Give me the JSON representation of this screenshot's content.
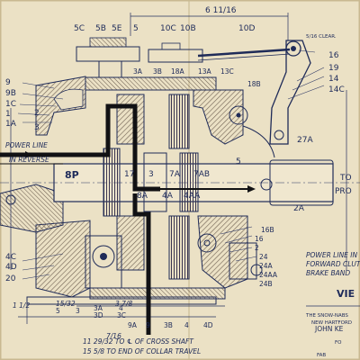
{
  "labels": {
    "top": [
      "5C",
      "5B",
      "5E",
      "5",
      "10C",
      "10B",
      "10D",
      "6 11/16",
      "5/16 CLEAR."
    ],
    "row2": [
      "3A",
      "3B",
      "18A",
      "13A",
      "13C"
    ],
    "left": [
      "9",
      "9B",
      "1C",
      "1",
      "1A",
      "3",
      "2"
    ],
    "right_top": [
      "16",
      "19",
      "14",
      "14C"
    ],
    "mid": [
      "18B",
      "17",
      "3",
      "7A",
      "7AB",
      "8P",
      "8A",
      "4A",
      "4AA",
      "5",
      "27A",
      "2A"
    ],
    "lower_right": [
      "16B",
      "16",
      "2",
      "24",
      "24A",
      "24AA",
      "24B"
    ],
    "lower_left": [
      "4C",
      "4D",
      "20"
    ],
    "bottom_row": [
      "5",
      "3",
      "3A",
      "3D",
      "4",
      "3C",
      "9A",
      "9",
      "3B",
      "4",
      "4D"
    ],
    "dims": [
      "3 7/8",
      "7/16",
      "15/32",
      "1 1/2"
    ]
  },
  "annotations": {
    "power_line": "POWER LINE",
    "in_reverse": "IN REVERSE",
    "power_line_right_1": "POWER LINE IN",
    "power_line_right_2": "FORWARD CLUT",
    "power_line_right_3": "BRAKE BAND",
    "to_cross_shaft": "11 29/32 TO ℄ OF CROSS SHAFT",
    "to_collar": "15 5/8 TO END OF COLLAR TRAVEL",
    "view": "VIE",
    "to": "TO",
    "pro": "PRO"
  },
  "title_block": {
    "company": "THE SNOW-NABS",
    "line2": "NEW HARTFORD",
    "name": "JOHN KE",
    "fo": "FO",
    "fab": "FAB"
  },
  "colors": {
    "paper": "#ece2c6",
    "ink": "#1d2a5a",
    "power_line": "#121214",
    "hatch": "#7a6a58"
  }
}
